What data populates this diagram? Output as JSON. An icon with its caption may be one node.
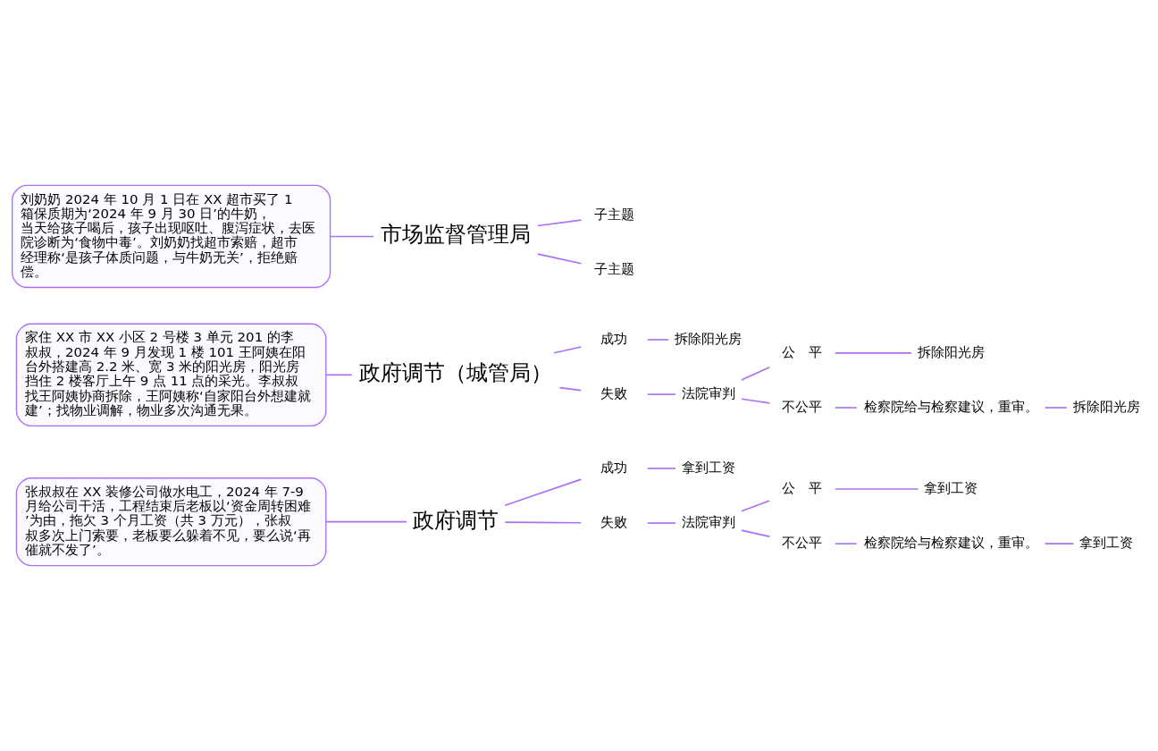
{
  "diagram": {
    "nodes": [
      {
        "text": [
          "张叔叔在 XX 装修公司做水电工，2024 年 7-9 月给公司干活，工程结束后老板以‘资金周转困难’为由，拖欠 3 个月工资（共 3 万元），张叔叔多次上门索要，老板要么躲着不见，要么说‘再催就不发了’。"
        ]
      },
      {
        "text": [
          "政府调节"
        ]
      },
      {
        "text": [
          "成功"
        ]
      },
      {
        "text": [
          "拿到工资"
        ]
      },
      {
        "text": [
          "失败"
        ]
      },
      {
        "text": [
          "法院审判"
        ]
      },
      {
        "text": [
          "公　平"
        ]
      },
      {
        "text": [
          "拿到工资"
        ]
      },
      {
        "text": [
          "不公平"
        ]
      },
      {
        "text": [
          "检察院给与检察建议，重审。"
        ]
      },
      {
        "text": [
          "拿到工资"
        ]
      },
      {
        "text": [
          "家住 XX 市 XX 小区 2 号楼 3 单元 201 的李叔叔，2024 年 9 月发现 1 楼 101 王阿姨在阳台外搭建高 2.2 米、宽 3 米的阳光房，阳光房挡住 2 楼客厅上午 9 点 11 点的采光。李叔叔找王阿姨协商拆除，王阿姨称‘自家阳台外想建就建’；找物业调解，物业多次沟通无果。"
        ]
      },
      {
        "text": [
          "政府调节（城管局）"
        ]
      },
      {
        "text": [
          "成功"
        ]
      },
      {
        "text": [
          "拆除阳光房"
        ]
      },
      {
        "text": [
          "失败"
        ]
      },
      {
        "text": [
          "法院审判"
        ]
      },
      {
        "text": [
          "公　平"
        ]
      },
      {
        "text": [
          "拆除阳光房"
        ]
      },
      {
        "text": [
          "不公平"
        ]
      },
      {
        "text": [
          "检察院给与检察建议，重审。"
        ]
      },
      {
        "text": [
          "拆除阳光房"
        ]
      },
      {
        "text": [
          "刘奶奶 2024 年 10 月 1 日在 XX 超市买了 1 箱保质期为‘2024 年 9 月 30 日’的牛奶，当天给孩子喝后，孩子出现呕吐、腹泻症状，去医院诊断为‘食物中毒’。刘奶奶找超市索赔，超市经理称‘是孩子体质问题，与牛奶无关’，拒绝赔偿。"
        ]
      },
      {
        "text": [
          "市场监督管理局"
        ]
      },
      {
        "text": [
          "子主题"
        ]
      },
      {
        "text": [
          "子主题"
        ]
      }
    ],
    "edges": [
      {
        "from": 0,
        "to": 1,
        "arrow": "none"
      },
      {
        "from": 1,
        "to": 2,
        "arrow": "none"
      },
      {
        "from": 2,
        "to": 3,
        "arrow": "none"
      },
      {
        "from": 1,
        "to": 4,
        "arrow": "none"
      },
      {
        "from": 4,
        "to": 5,
        "arrow": "none"
      },
      {
        "from": 5,
        "to": 6,
        "arrow": "none"
      },
      {
        "from": 6,
        "to": 7,
        "arrow": "none"
      },
      {
        "from": 5,
        "to": 8,
        "arrow": "none"
      },
      {
        "from": 8,
        "to": 9,
        "arrow": "none"
      },
      {
        "from": 9,
        "to": 10,
        "arrow": "none"
      },
      {
        "from": 11,
        "to": 12,
        "arrow": "none"
      },
      {
        "from": 12,
        "to": 13,
        "arrow": "none"
      },
      {
        "from": 13,
        "to": 14,
        "arrow": "none"
      },
      {
        "from": 12,
        "to": 15,
        "arrow": "none"
      },
      {
        "from": 15,
        "to": 16,
        "arrow": "none"
      },
      {
        "from": 16,
        "to": 17,
        "arrow": "none"
      },
      {
        "from": 17,
        "to": 18,
        "arrow": "none"
      },
      {
        "from": 16,
        "to": 19,
        "arrow": "none"
      },
      {
        "from": 19,
        "to": 20,
        "arrow": "none"
      },
      {
        "from": 20,
        "to": 21,
        "arrow": "none"
      },
      {
        "from": 22,
        "to": 23,
        "arrow": "none"
      },
      {
        "from": 23,
        "to": 24,
        "arrow": "none"
      },
      {
        "from": 23,
        "to": 25,
        "arrow": "none"
      }
    ]
  }
}
